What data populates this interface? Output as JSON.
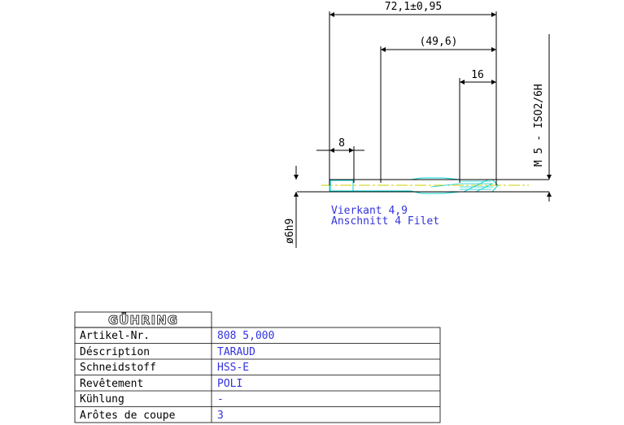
{
  "drawing": {
    "dim_overall": "72,1±0,95",
    "dim_ref": "(49,6)",
    "dim_thread": "16",
    "dim_square": "8",
    "thread_spec": "M 5 - ISO2/6H",
    "shank_dia": "ø6h9",
    "note_line1": "Vierkant 4,9",
    "note_line2": "Anschnitt 4 Filet"
  },
  "table": {
    "brand": "GÜHRING",
    "rows": [
      {
        "label": "Artikel-Nr.",
        "value": "808 5,000"
      },
      {
        "label": "Déscription",
        "value": "TARAUD"
      },
      {
        "label": "Schneidstoff",
        "value": "HSS-E"
      },
      {
        "label": "Revêtement",
        "value": "POLI"
      },
      {
        "label": "Kühlung",
        "value": "-"
      },
      {
        "label": "Arôtes de coupe",
        "value": "3"
      }
    ]
  },
  "colors": {
    "outline": "#000000",
    "tool_cyan": "#00cccc",
    "center_yellow": "#cccc00",
    "text_blue": "#3333dd"
  }
}
